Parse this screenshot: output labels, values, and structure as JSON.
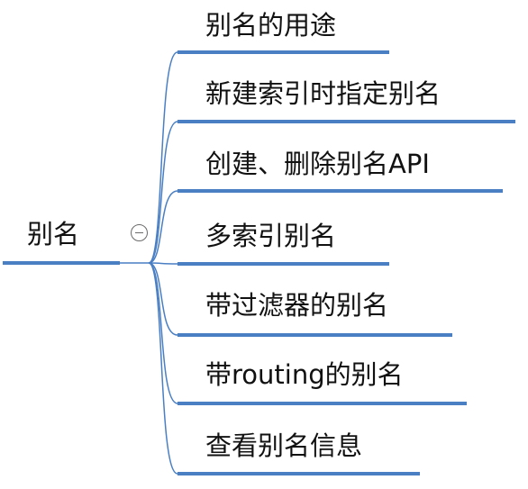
{
  "root": {
    "label": "别名",
    "collapse_icon": "minus-circle-icon"
  },
  "branches": [
    {
      "label": "别名的用途"
    },
    {
      "label": "新建索引时指定别名"
    },
    {
      "label": "创建、删除别名API"
    },
    {
      "label": "多索引别名"
    },
    {
      "label": "带过滤器的别名"
    },
    {
      "label": "带routing的别名"
    },
    {
      "label": "查看别名信息"
    }
  ],
  "colors": {
    "line": "#4a7fc4",
    "text": "#111111",
    "collapse_icon": "#6a6a6a"
  }
}
